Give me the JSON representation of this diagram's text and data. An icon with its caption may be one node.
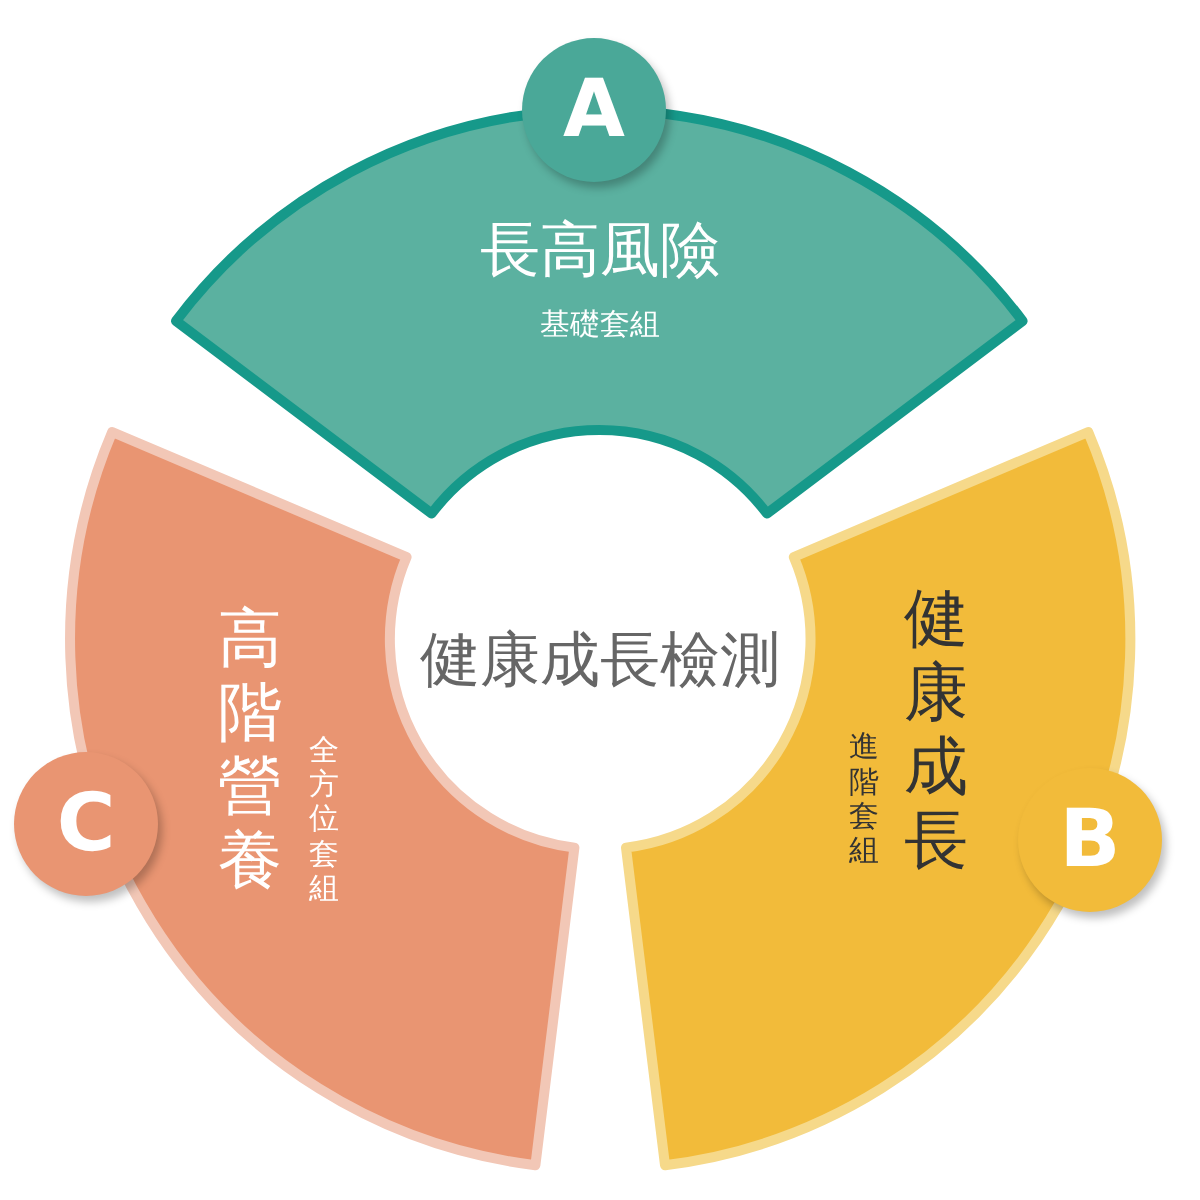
{
  "diagram": {
    "nodes": [
      {
        "text": [
          "A"
        ]
      },
      {
        "text": [
          "長高風險",
          "基礎套組"
        ]
      },
      {
        "text": [
          "進階套組",
          "健康成長"
        ]
      },
      {
        "text": [
          "B"
        ]
      },
      {
        "text": [
          "C"
        ]
      },
      {
        "text": [
          "高階營養",
          "全方位套組"
        ]
      }
    ],
    "labels": [
      "健康成長檢測"
    ]
  }
}
